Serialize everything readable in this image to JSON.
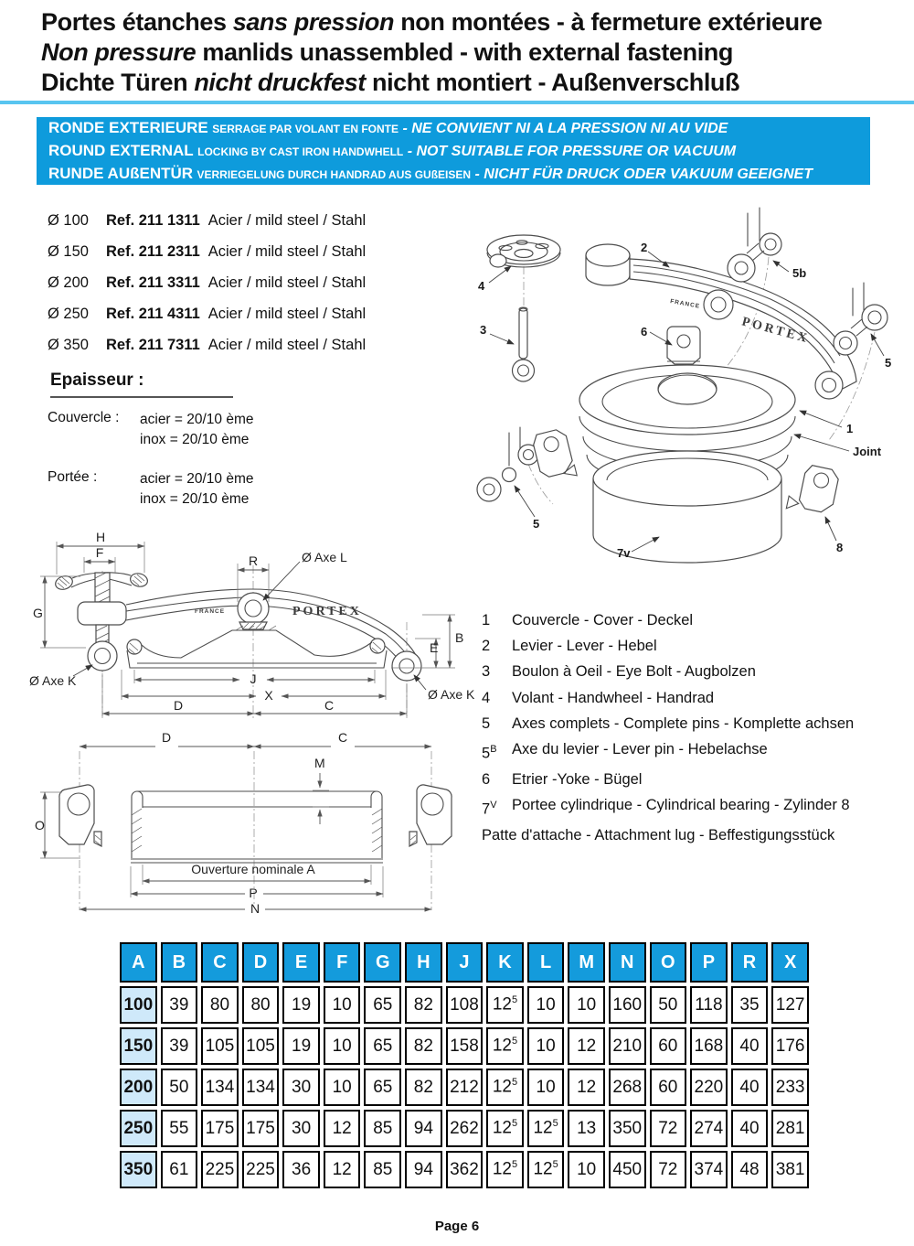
{
  "header": {
    "lines": [
      {
        "pre": "Portes étanches ",
        "em": "sans pression",
        "post": " non montées - à fermeture extérieure"
      },
      {
        "pre": "",
        "em": "Non pressure",
        "post": " manlids unassembled - with external fastening"
      },
      {
        "pre": "Dichte Türen ",
        "em": "nicht druckfest",
        "post": " nicht montiert - Außenverschluß"
      }
    ]
  },
  "colors": {
    "banner_blue": "#0e9bdc",
    "rule_light_blue": "#58c5f0",
    "table_header_blue": "#149bdc",
    "table_row_label_blue": "#cfe9fa"
  },
  "banner": {
    "lines": [
      {
        "lead": "RONDE EXTERIEURE",
        "sub": "SERRAGE PAR VOLANT EN FONTE",
        "emph": "- NE CONVIENT NI A LA PRESSION NI AU VIDE"
      },
      {
        "lead": "ROUND EXTERNAL",
        "sub": "LOCKING BY CAST IRON HANDWHELL",
        "emph": "- NOT SUITABLE FOR PRESSURE OR VACUUM"
      },
      {
        "lead": "RUNDE AUßENTÜR",
        "sub": "VERRIEGELUNG DURCH HANDRAD AUS GUßEISEN",
        "emph": "- NICHT FÜR DRUCK ODER VAKUUM GEEIGNET"
      }
    ]
  },
  "references": [
    {
      "diameter": "Ø 100",
      "ref": "Ref. 211 1311",
      "material": "Acier / mild steel / Stahl"
    },
    {
      "diameter": "Ø 150",
      "ref": "Ref. 211 2311",
      "material": "Acier / mild steel / Stahl"
    },
    {
      "diameter": "Ø 200",
      "ref": "Ref. 211 3311",
      "material": "Acier / mild steel / Stahl"
    },
    {
      "diameter": "Ø 250",
      "ref": "Ref. 211 4311",
      "material": "Acier / mild steel / Stahl"
    },
    {
      "diameter": "Ø 350",
      "ref": "Ref. 211 7311",
      "material": "Acier / mild steel / Stahl"
    }
  ],
  "epaisseur": {
    "title": "Epaisseur :",
    "entries": [
      {
        "label": "Couvercle :",
        "line1": "acier = 20/10 ème",
        "line2": "inox = 20/10 ème"
      },
      {
        "label": "Portée :",
        "line1": "acier = 20/10 ème",
        "line2": "inox = 20/10 ème"
      }
    ]
  },
  "exploded": {
    "labels": {
      "n1": "1",
      "n2": "2",
      "n3": "3",
      "n4": "4",
      "n5": "5",
      "n5b": "5b",
      "n6": "6",
      "n7v": "7v",
      "n8": "8",
      "joint": "Joint",
      "brand": "PORTEX",
      "france": "FRANCE"
    }
  },
  "dim1": {
    "labels": {
      "H": "H",
      "F": "F",
      "G": "G",
      "R": "R",
      "axeL": "Ø Axe L",
      "B": "B",
      "E": "E",
      "axeK": "Ø Axe K",
      "J": "J",
      "X": "X",
      "D": "D",
      "C": "C",
      "brand": "PORTEX",
      "france": "FRANCE"
    }
  },
  "dim2": {
    "labels": {
      "D": "D",
      "C": "C",
      "M": "M",
      "O": "O",
      "A": "Ouverture nominale A",
      "P": "P",
      "N": "N"
    }
  },
  "parts": {
    "items": [
      {
        "num": "1",
        "sup": "",
        "text": "Couvercle - Cover - Deckel"
      },
      {
        "num": "2",
        "sup": "",
        "text": "Levier - Lever - Hebel"
      },
      {
        "num": "3",
        "sup": "",
        "text": "Boulon à Oeil - Eye Bolt - Augbolzen"
      },
      {
        "num": "4",
        "sup": "",
        "text": "Volant - Handwheel - Handrad"
      },
      {
        "num": "5",
        "sup": "",
        "text": "Axes complets - Complete pins - Komplette achsen"
      },
      {
        "num": "5",
        "sup": "B",
        "text": "Axe du levier - Lever pin - Hebelachse"
      },
      {
        "num": "6",
        "sup": "",
        "text": "Etrier -Yoke - Bügel"
      },
      {
        "num": "7",
        "sup": "V",
        "text": "Portee cylindrique - Cylindrical bearing - Zylinder 8"
      },
      {
        "num": "",
        "sup": "",
        "text": "Patte d'attache - Attachment lug - Beffestigungsstück"
      }
    ]
  },
  "table": {
    "headers": [
      "A",
      "B",
      "C",
      "D",
      "E",
      "F",
      "G",
      "H",
      "J",
      "K",
      "L",
      "M",
      "N",
      "O",
      "P",
      "R",
      "X"
    ],
    "rows": [
      [
        "100",
        "39",
        "80",
        "80",
        "19",
        "10",
        "65",
        "82",
        "108",
        "12^5",
        "10",
        "10",
        "160",
        "50",
        "118",
        "35",
        "127"
      ],
      [
        "150",
        "39",
        "105",
        "105",
        "19",
        "10",
        "65",
        "82",
        "158",
        "12^5",
        "10",
        "12",
        "210",
        "60",
        "168",
        "40",
        "176"
      ],
      [
        "200",
        "50",
        "134",
        "134",
        "30",
        "10",
        "65",
        "82",
        "212",
        "12^5",
        "10",
        "12",
        "268",
        "60",
        "220",
        "40",
        "233"
      ],
      [
        "250",
        "55",
        "175",
        "175",
        "30",
        "12",
        "85",
        "94",
        "262",
        "12^5",
        "12^5",
        "13",
        "350",
        "72",
        "274",
        "40",
        "281"
      ],
      [
        "350",
        "61",
        "225",
        "225",
        "36",
        "12",
        "85",
        "94",
        "362",
        "12^5",
        "12^5",
        "10",
        "450",
        "72",
        "374",
        "48",
        "381"
      ]
    ]
  },
  "footer": {
    "page_label": "Page 6"
  }
}
